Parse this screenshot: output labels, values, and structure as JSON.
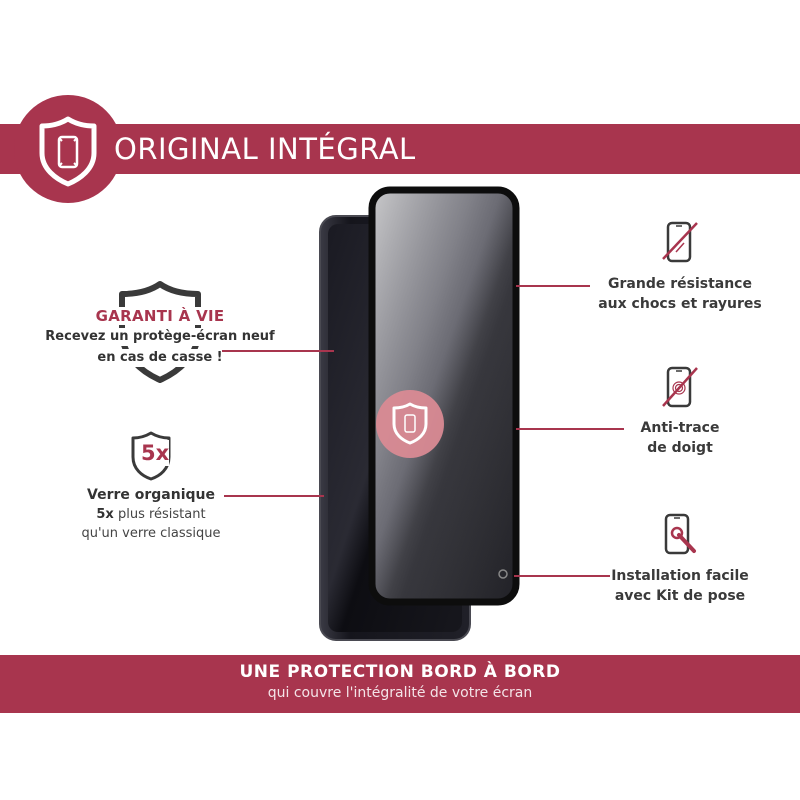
{
  "header": {
    "title": "ORIGINAL INTÉGRAL",
    "badge_icon": "shield-phone-icon"
  },
  "warranty": {
    "title": "GARANTI À VIE",
    "line1": "Recevez un protège-écran neuf",
    "line2": "en cas de casse !",
    "icon": "shield-outline-icon"
  },
  "glass": {
    "badge": "5x",
    "title": "Verre organique",
    "line2_bold": "5x",
    "line2_rest": " plus résistant",
    "line3": "qu'un verre classique"
  },
  "features": [
    {
      "line1": "Grande résistance",
      "line2": "aux chocs et rayures",
      "icon": "phone-scratch-icon"
    },
    {
      "line1": "Anti-trace",
      "line2": "de doigt",
      "icon": "phone-fingerprint-icon"
    },
    {
      "line1": "Installation facile",
      "line2": "avec Kit de pose",
      "icon": "phone-wrench-icon"
    }
  ],
  "footer": {
    "title": "UNE PROTECTION BORD À BORD",
    "subtitle": "qui couvre l'intégralité de votre écran"
  },
  "colors": {
    "accent": "#a8354e",
    "text": "#333333"
  }
}
